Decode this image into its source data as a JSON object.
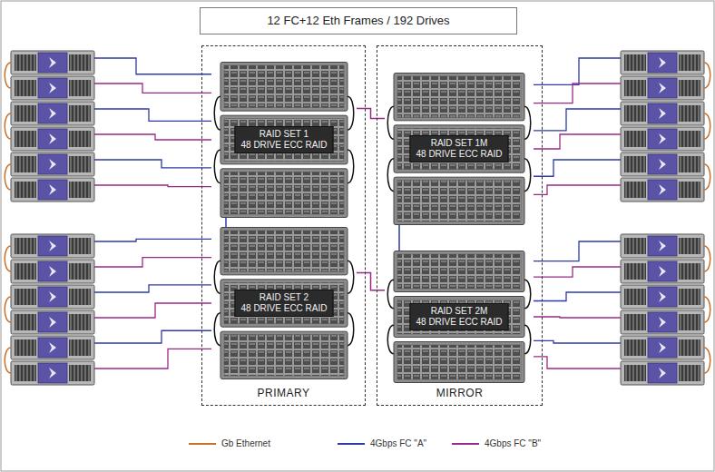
{
  "diagram": {
    "title": "12 FC+12 Eth Frames / 192 Drives",
    "nodes": [
      {
        "text": [
          "PRIMARY"
        ]
      },
      {
        "text": [
          "RAID SET 1",
          "48 DRIVE ECC RAID"
        ],
        "in": 0
      },
      {
        "text": [
          "RAID SET 2",
          "48 DRIVE ECC RAID"
        ],
        "in": 0
      },
      {
        "text": [
          "MIRROR"
        ]
      },
      {
        "text": [
          "RAID SET 1M",
          "48 DRIVE ECC RAID"
        ],
        "in": 3
      },
      {
        "text": [
          "RAID SET 2M",
          "48 DRIVE ECC RAID"
        ],
        "in": 3
      }
    ],
    "edges": [
      {
        "from": 1,
        "to": 4,
        "arrow": "none"
      },
      {
        "from": 2,
        "to": 5,
        "arrow": "none"
      },
      {
        "from": 1,
        "to": 2,
        "arrow": "none"
      },
      {
        "from": 4,
        "to": 5,
        "arrow": "none"
      }
    ],
    "legend": [
      {
        "text": "Gb Ethernet"
      },
      {
        "text": "4Gbps FC \"A\""
      },
      {
        "text": "4Gbps FC \"B\""
      }
    ]
  }
}
